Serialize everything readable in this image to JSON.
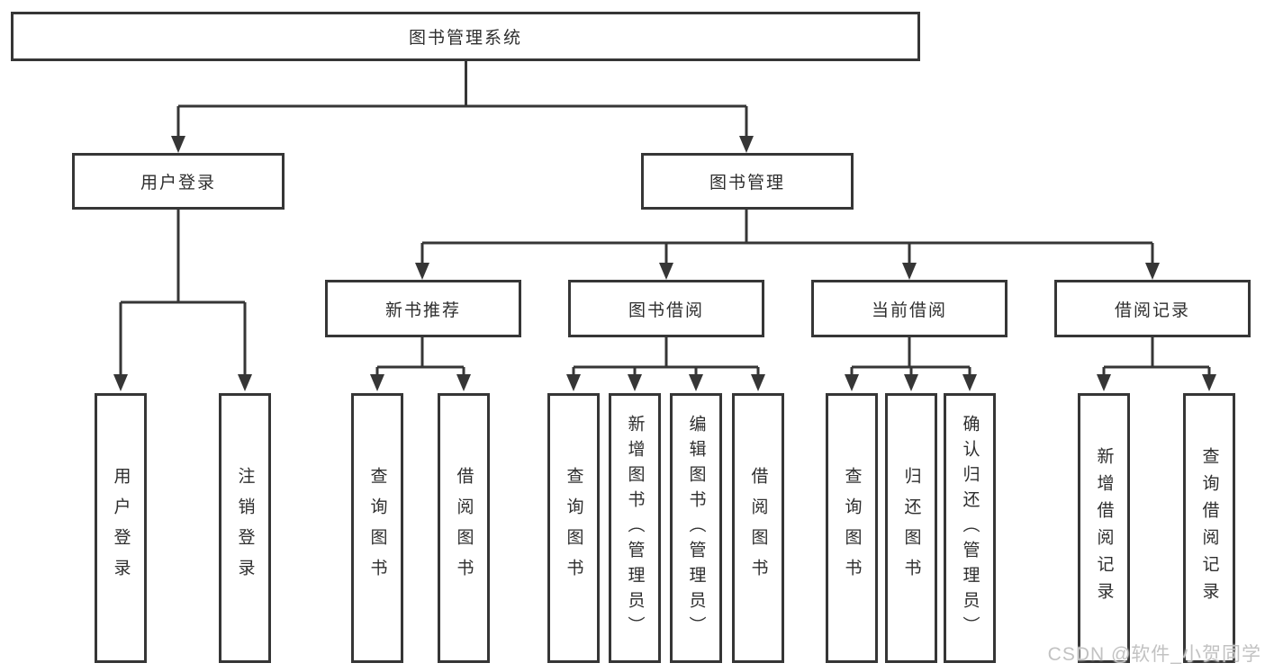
{
  "colors": {
    "line": "#363636",
    "text": "#2e2e2e",
    "background": "#ffffff",
    "watermark_text_color": "#c2c2c2"
  },
  "watermark": {
    "text": "CSDN @软件_小贺同学"
  },
  "tree": {
    "root": {
      "label": "图书管理系统"
    },
    "level1": [
      {
        "label": "用户登录"
      },
      {
        "label": "图书管理"
      }
    ],
    "level2": [
      {
        "parent": "图书管理",
        "label": "新书推荐"
      },
      {
        "parent": "图书管理",
        "label": "图书借阅"
      },
      {
        "parent": "图书管理",
        "label": "当前借阅"
      },
      {
        "parent": "图书管理",
        "label": "借阅记录"
      }
    ],
    "leaves": [
      {
        "parent": "用户登录",
        "label": "用户登录"
      },
      {
        "parent": "用户登录",
        "label": "注销登录"
      },
      {
        "parent": "新书推荐",
        "label": "查询图书"
      },
      {
        "parent": "新书推荐",
        "label": "借阅图书"
      },
      {
        "parent": "图书借阅",
        "label": "查询图书"
      },
      {
        "parent": "图书借阅",
        "label": "新增图书（管理员）"
      },
      {
        "parent": "图书借阅",
        "label": "编辑图书（管理员）"
      },
      {
        "parent": "图书借阅",
        "label": "借阅图书"
      },
      {
        "parent": "当前借阅",
        "label": "查询图书"
      },
      {
        "parent": "当前借阅",
        "label": "归还图书"
      },
      {
        "parent": "当前借阅",
        "label": "确认归还（管理员）"
      },
      {
        "parent": "借阅记录",
        "label": "新增借阅记录"
      },
      {
        "parent": "借阅记录",
        "label": "查询借阅记录"
      }
    ]
  }
}
